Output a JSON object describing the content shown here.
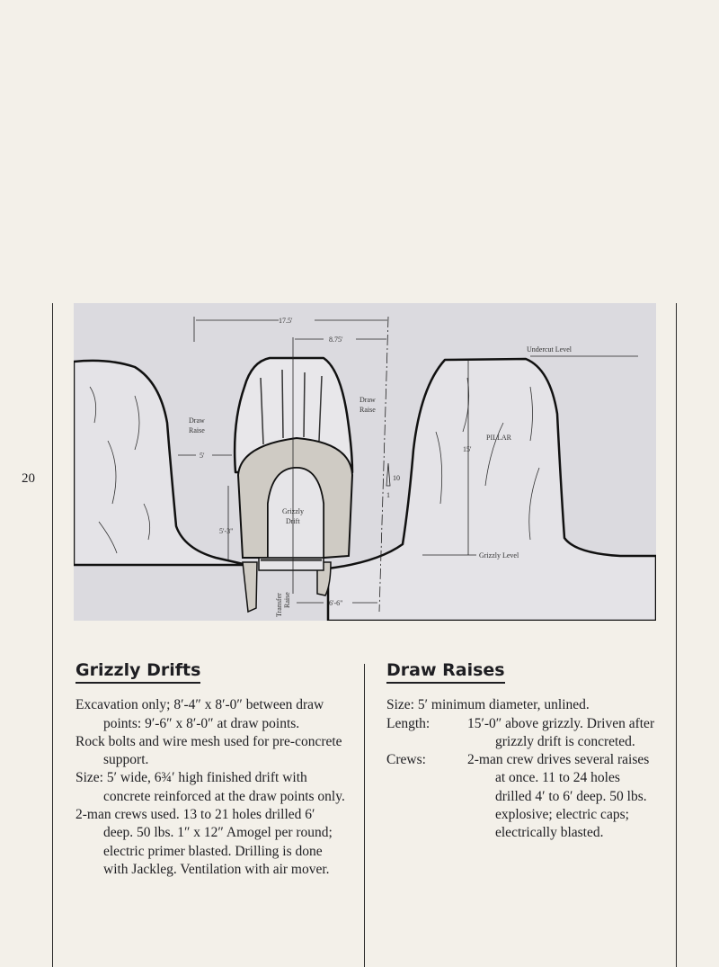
{
  "page_number": "20",
  "diagram": {
    "dim_17_5": "17.5'",
    "dim_8_75": "8.75'",
    "undercut_level": "Undercut Level",
    "draw_raise_left": [
      "Draw",
      "Raise"
    ],
    "draw_raise_right": [
      "Draw",
      "Raise"
    ],
    "pillar": "PILLAR",
    "dim_15": "15'",
    "dim_5": "5'",
    "dim_10": "10",
    "dim_1": "1",
    "grizzly_drift": [
      "Grizzly",
      "Drift"
    ],
    "dim_5_3": "5'-3\"",
    "grizzly_level": "Grizzly Level",
    "transfer_raise": [
      "Transfer",
      "Raise"
    ],
    "dim_6_6": "6'-6\""
  },
  "grizzly_drifts": {
    "heading": "Grizzly Drifts",
    "paragraphs": [
      "Excavation only; 8′-4″ x 8′-0″ between draw points: 9′-6″ x 8′-0″ at draw points.",
      "Rock bolts and wire mesh used for pre-concrete support.",
      "Size: 5′ wide, 6¾′ high finished drift with concrete reinforced at the draw points only.",
      "2-man crews used. 13 to 21 holes drilled 6′ deep. 50 lbs. 1″ x 12″ Amogel per round; electric primer blasted. Drilling is done with Jackleg. Ventilation with air mover."
    ]
  },
  "draw_raises": {
    "heading": "Draw Raises",
    "size": "Size:  5′ minimum diameter, unlined.",
    "length_label": "Length:",
    "length_value": "15′-0″ above grizzly. Driven after grizzly drift is concreted.",
    "crews_label": "Crews:",
    "crews_value": "2-man crew drives several raises at once. 11 to 24 holes drilled 4′ to 6′ deep. 50 lbs. explosive; electric caps; electrically blasted."
  }
}
